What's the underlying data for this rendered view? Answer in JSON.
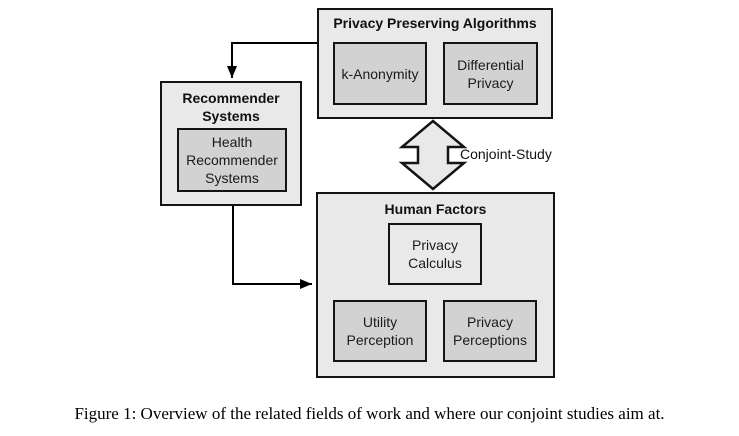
{
  "diagram": {
    "privacy_preserving": {
      "title": "Privacy Preserving Algorithms",
      "k_anonymity": "k-Anonymity",
      "differential_privacy": "Differential Privacy"
    },
    "recommender": {
      "title": "Recommender Systems",
      "health_recommender": "Health Recommender Systems"
    },
    "human_factors": {
      "title": "Human Factors",
      "privacy_calculus": "Privacy Calculus",
      "utility_perception": "Utility Perception",
      "privacy_perceptions": "Privacy Perceptions"
    },
    "conjoint_label": "Conjoint-Study",
    "colors": {
      "outer_fill": "#e9e9e9",
      "inner_fill": "#d2d2d2",
      "border": "#141414",
      "line": "#000000",
      "background": "#ffffff"
    }
  },
  "caption": {
    "text": "Figure 1: Overview of the related fields of work and where our conjoint studies aim at."
  }
}
